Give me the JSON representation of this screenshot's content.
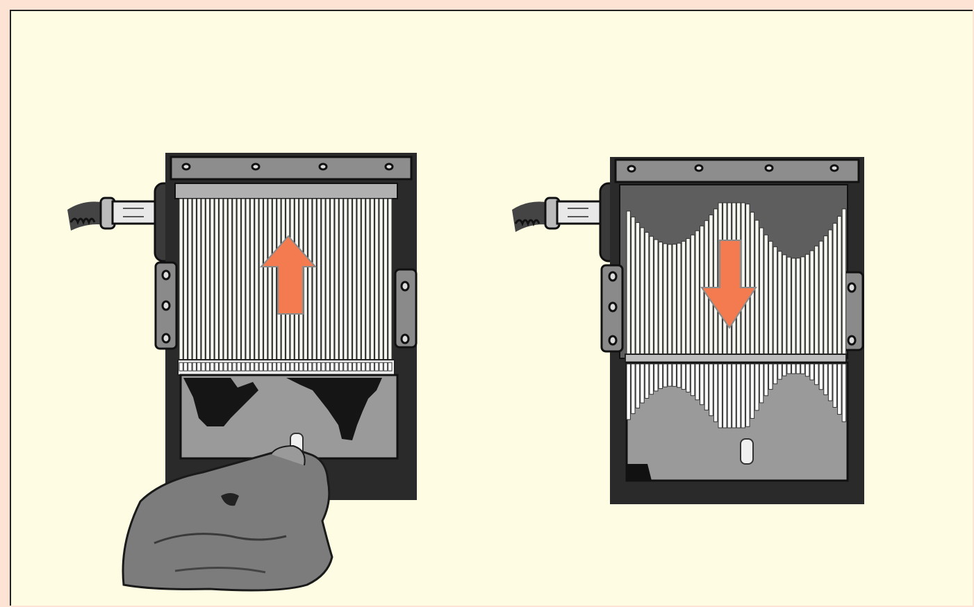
{
  "colors": {
    "page_border": "#fde3d4",
    "slide_background": "#fefce2",
    "arrow": "#f47a50",
    "frame": "#2a2a2a",
    "pins": "#f7f7f2",
    "chamber": "#9a9a9a",
    "chamber_dark": "#5e5e5e"
  },
  "figures": [
    {
      "name": "gauge-reset",
      "arrow_direction": "up",
      "pins_state": "pushed-up",
      "hand": "pressing-plunger"
    },
    {
      "name": "gauge-shaped",
      "arrow_direction": "down",
      "pins_state": "released-profile",
      "hand": "none"
    }
  ],
  "icons": [
    "hose-icon",
    "arrow-up-icon",
    "arrow-down-icon",
    "hand-icon",
    "plunger-icon",
    "bolt-icon"
  ]
}
